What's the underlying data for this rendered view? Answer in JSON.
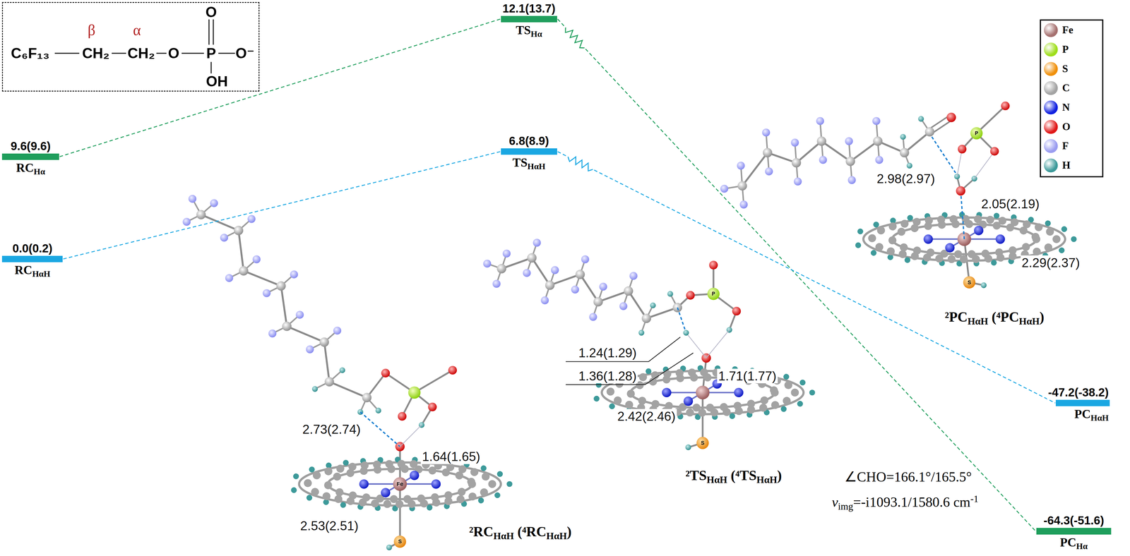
{
  "diagram": {
    "nodes": [
      {
        "text": [
          "O",
          "β",
          "α",
          "C₆F₁₃",
          "CH₂",
          "CH₂",
          "O",
          "P",
          "O⁻",
          "OH"
        ]
      },
      {
        "text": [
          "9.6(9.6)",
          "RCHα"
        ]
      },
      {
        "text": [
          "0.0(0.2)",
          "RCHαH"
        ]
      },
      {
        "text": [
          "12.1(13.7)",
          "TSHα"
        ]
      },
      {
        "text": [
          "6.8(8.9)",
          "TSHαH"
        ]
      },
      {
        "text": [
          "-47.2(-38.2)",
          "PCHαH"
        ]
      },
      {
        "text": [
          "-64.3(-51.6)",
          "PCHα"
        ]
      }
    ],
    "edges": [
      {
        "from": 1,
        "to": 3,
        "arrow": "none"
      },
      {
        "from": 2,
        "to": 4,
        "arrow": "none"
      },
      {
        "from": 3,
        "to": 6,
        "arrow": "none"
      },
      {
        "from": 4,
        "to": 5,
        "arrow": "none"
      }
    ],
    "labels": [
      "2.73(2.74)",
      "1.64(1.65)",
      "2.53(2.51)",
      "²RCHαH (⁴RCHαH)",
      "1.24(1.29)",
      "1.36(1.28)",
      "1.71(1.77)",
      "2.42(2.46)",
      "²TSHαH (⁴TSHαH)",
      "∠CHO=166.1°/165.5°",
      "vimg=-i1093.1/1580.6 cm-1",
      "2.98(2.97)",
      "2.05(2.19)",
      "2.29(2.37)",
      "²PCHαH (⁴PCHαH)",
      "Fe",
      "S",
      "P",
      "S",
      "P",
      "S"
    ],
    "legend": [
      {
        "text": "Fe",
        "color": "#a5706f"
      },
      {
        "text": "P",
        "color": "#9ede1a"
      },
      {
        "text": "S",
        "color": "#f0900a"
      },
      {
        "text": "C",
        "color": "#a3a3a3"
      },
      {
        "text": "N",
        "color": "#1020e0"
      },
      {
        "text": "O",
        "color": "#e01818"
      },
      {
        "text": "F",
        "color": "#9a9cf0"
      },
      {
        "text": "H",
        "color": "#3d9a9a"
      }
    ]
  }
}
